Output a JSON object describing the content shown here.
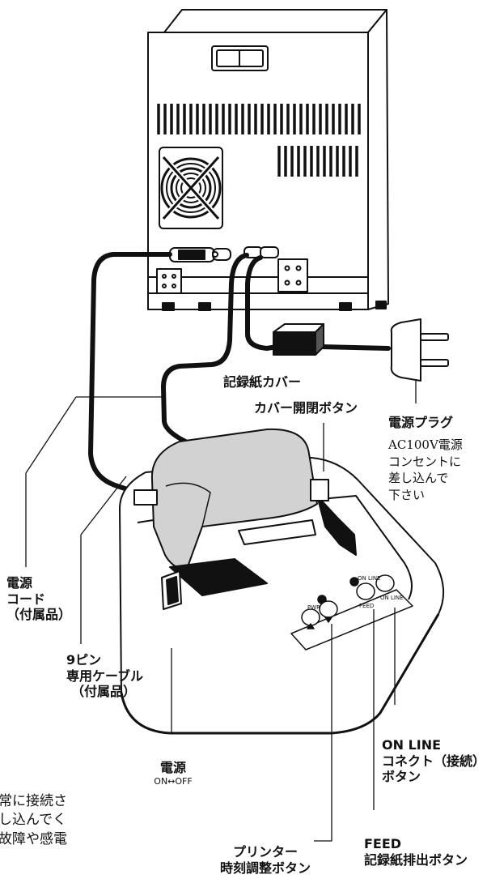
{
  "labels": {
    "paper_cover": "記録紙カバー",
    "cover_button": "カバー開閉ボタン",
    "plug": {
      "title": "電源プラグ",
      "lines": [
        "AC100V電源",
        "コンセントに",
        "差し込んで",
        "下さい"
      ]
    },
    "power_cord": [
      "電源",
      "コード",
      "（付属品）"
    ],
    "cable": [
      "9ピン",
      "専用ケーブル",
      "（付属品）"
    ],
    "power_switch": {
      "title": "電源",
      "sub": "ON↔OFF"
    },
    "online": [
      "ON LINE",
      "コネクト（接続）",
      "ボタン"
    ],
    "feed": [
      "FEED",
      "記録紙排出ボタン"
    ],
    "printer_time": [
      "プリンター",
      "時刻調整ボタン"
    ],
    "panel": {
      "pwr": "PWR",
      "online": "ON LINE",
      "feed": "FEED",
      "online2": "ON LINE"
    },
    "warning": [
      "常に接続さ",
      "し込んでく",
      "故障や感電"
    ]
  }
}
